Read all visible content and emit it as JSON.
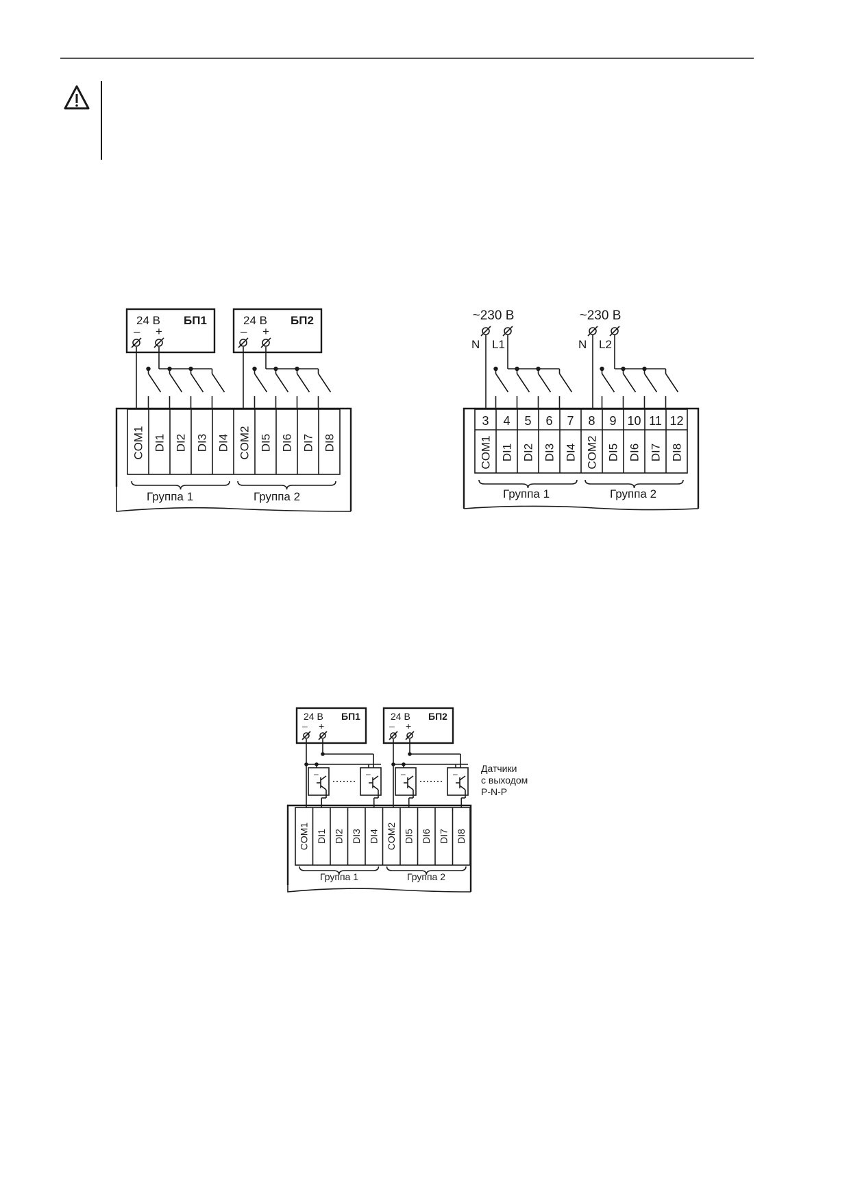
{
  "diagram1": {
    "psu1": {
      "voltage": "24 В",
      "name": "БП1",
      "minus": "–",
      "plus": "+"
    },
    "psu2": {
      "voltage": "24 В",
      "name": "БП2",
      "minus": "–",
      "plus": "+"
    },
    "terminals": [
      "COM1",
      "DI1",
      "DI2",
      "DI3",
      "DI4",
      "COM2",
      "DI5",
      "DI6",
      "DI7",
      "DI8"
    ],
    "group1": "Группа 1",
    "group2": "Группа 2"
  },
  "diagram2": {
    "supply1": "~230 В",
    "supply2": "~230 В",
    "n1": "N",
    "l1": "L1",
    "n2": "N",
    "l2": "L2",
    "numbers": [
      "3",
      "4",
      "5",
      "6",
      "7",
      "8",
      "9",
      "10",
      "11",
      "12"
    ],
    "terminals": [
      "COM1",
      "DI1",
      "DI2",
      "DI3",
      "DI4",
      "COM2",
      "DI5",
      "DI6",
      "DI7",
      "DI8"
    ],
    "group1": "Группа 1",
    "group2": "Группа 2"
  },
  "diagram3": {
    "psu1": {
      "voltage": "24 В",
      "name": "БП1",
      "minus": "–",
      "plus": "+"
    },
    "psu2": {
      "voltage": "24 В",
      "name": "БП2",
      "minus": "–",
      "plus": "+"
    },
    "sensor_label": [
      "Датчики",
      "с выходом",
      "P-N-P"
    ],
    "terminals": [
      "COM1",
      "DI1",
      "DI2",
      "DI3",
      "DI4",
      "COM2",
      "DI5",
      "DI6",
      "DI7",
      "DI8"
    ],
    "group1": "Группа 1",
    "group2": "Группа 2"
  }
}
